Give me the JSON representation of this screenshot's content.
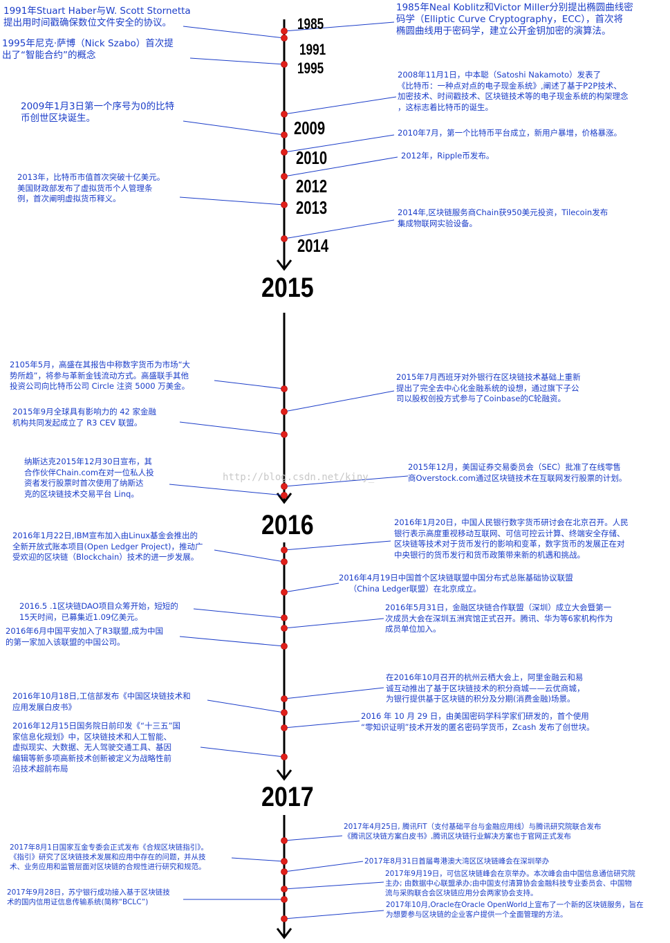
{
  "years_small": [
    "1985",
    "1991",
    "1995",
    "2009",
    "2010",
    "2012",
    "2013",
    "2014"
  ],
  "years_big": [
    "2015",
    "2016",
    "2017"
  ],
  "watermark": "http://blog.csdn.net/kiny_",
  "events": [
    {
      "id": "e1991",
      "text": "1991年Stuart Haber与W. Scott Stornetta\n提出用时间戳确保数位文件安全的协议。"
    },
    {
      "id": "e1985",
      "text": "1985年Neal Koblitz和Victor Miller分别提出椭圆曲线密\n码学（Elliptic Curve Cryptography，ECC），首次将\n椭圆曲线用于密码学，建立公开金钥加密的演算法。"
    },
    {
      "id": "e1995",
      "text": "1995年尼克·萨博（Nick Szabo）首次提\n出了“智能合约”的概念"
    },
    {
      "id": "e2008",
      "text": "2008年11月1日，中本聪（Satoshi Nakamoto）发表了\n《比特币：一种点对点的电子现金系统》,阐述了基于P2P技术、\n加密技术、时间戳技术、区块链技术等的电子现金系统的构架理念\n，这标志着比特币的诞生。"
    },
    {
      "id": "e2009",
      "text": "2009年1月3日第一个序号为0的比特\n币创世区块诞生。"
    },
    {
      "id": "e2010",
      "text": "2010年7月，第一个比特币平台成立，新用户暴增，价格暴涨。"
    },
    {
      "id": "e2012",
      "text": "2012年，Ripple币发布。"
    },
    {
      "id": "e2013",
      "text": "2013年，比特币市值首次突破十亿美元。\n美国财政部发布了虚拟货币个人管理条\n例，首次阐明虚拟货币释义。"
    },
    {
      "id": "e2014",
      "text": "2014年,区块链服务商Chain获950美元投资，Tilecoin发布\n集成物联网实验设备。"
    },
    {
      "id": "e2015a",
      "text": "2105年5月，高盛在其报告中称数字货币为市场“大\n势所趋”，将参与革新金钱流动方式。高盛联手其他\n投资公司向比特币公司 Circle 注资 5000 万美金。"
    },
    {
      "id": "e2015b",
      "text": "2015年7月西班牙对外银行在区块链技术基础上重新\n提出了完全去中心化金融系统的设想，通过旗下子公\n司以股权创投方式参与了Coinbase的C轮融资。"
    },
    {
      "id": "e2015c",
      "text": "2015年9月全球具有影响力的 42 家金融\n机构共同发起成立了 R3 CEV 联盟。"
    },
    {
      "id": "e2015d",
      "text": "纳斯达克2015年12月30日宣布，其\n合作伙伴Chain.com在对一位私人投\n资者发行股票时首次使用了纳斯达\n克的区块链技术交易平台 Linq。"
    },
    {
      "id": "e2015e",
      "text": "2015年12月，美国证券交易委员会（SEC）批准了在线零售\n商Overstock.com通过区块链技术在互联网发行股票的计划。"
    },
    {
      "id": "e2016a",
      "text": "2016年1月20日，中国人民银行数字货币研讨会在北京召开。人民\n银行表示高度重视移动互联网、可信可控云计算、终端安全存储、\n区块链等技术对于货币发行的影响和变革，数字货币的发展正在对\n中央银行的货币发行和货币政策带来新的机遇和挑战。"
    },
    {
      "id": "e2016b",
      "text": "2016年1月22日,IBM宣布加入由Linux基金会推出的\n全新开放式账本项目(Open Ledger Project)，推动广\n受欢迎的区块链（Blockchain）技术的进一步发展。"
    },
    {
      "id": "e2016c",
      "text": "2016年4月19日中国首个区块链联盟中国分布式总账基础协议联盟\n    （China Ledger联盟）在北京成立。"
    },
    {
      "id": "e2016d",
      "text": "2016.5 .1区块链DAO项目众筹开始，短短的\n15天时间，已募集近1.09亿美元。"
    },
    {
      "id": "e2016e",
      "text": "2016年5月31日，金融区块链合作联盟（深圳）成立大会暨第一\n次成员大会在深圳五洲宾馆正式召开。腾讯、华为等6家机构作为\n成员单位加入。"
    },
    {
      "id": "e2016f",
      "text": "2016年6月中国平安加入了R3联盟,成为中国\n的第一家加入该联盟的中国公司。"
    },
    {
      "id": "e2016g",
      "text": "在2016年10月召开的杭州云栖大会上，阿里金融云和易\n诚互动推出了基于区块链技术的积分商城——云优商城，\n为银行提供基于区块链的积分及分期(消费金融)场景。"
    },
    {
      "id": "e2016h",
      "text": "2016年10月18日,工信部发布《中国区块链技术和\n应用发展白皮书》"
    },
    {
      "id": "e2016i",
      "text": "2016 年 10 月 29 日，由美国密码学科学家们研发的，首个使用\n“零知识证明”技术开发的匿名密码学货币，Zcash 发布了创世块。"
    },
    {
      "id": "e2016j",
      "text": "2016年12月15日国务院日前印发《“十三五”国\n家信息化规划》中，区块链技术和人工智能、\n虚拟现实、大数据、无人驾驶交通工具、基因\n编辑等新多项高新技术创新被定义为战略性前\n沿技术超前布局"
    },
    {
      "id": "e2017a",
      "text": "2017年4月25日, 腾讯FiT（支付基础平台与金融应用线）与腾讯研究院联合发布\n《腾讯区块链方案白皮书》,腾讯区块链行业解决方案也于官网正式发布"
    },
    {
      "id": "e2017b",
      "text": "2017年8月1日国家互金专委会正式发布《合规区块链指引》。\n《指引》研究了区块链技术发展和应用中存在的问题，并从技\n术、业务应用和监管层面对区块链的合规性进行研究和规范。"
    },
    {
      "id": "e2017c",
      "text": "2017年8月31日首届粤港澳大湾区区块链峰会在深圳举办"
    },
    {
      "id": "e2017d",
      "text": "2017年9月19日，可信区块链峰会在京举办。本次峰会由中国信息通信研究院\n主办; 由数据中心联盟承办;由中国支付清算协会金融科技专业委员会、中国物\n流与采购联合会区块链应用分会两家协会支持。"
    },
    {
      "id": "e2017e",
      "text": "2017年9月28日，苏宁银行成功接入基于区块链技\n术的国内信用证信息传输系统(简称“BCLC”)"
    },
    {
      "id": "e2017f",
      "text": "2017年10月,Oracle在Oracle OpenWorld上宣布了一个新的区块链服务，旨在\n为想要参与区块链的企业客户提供一个全面管理的方法。"
    }
  ]
}
